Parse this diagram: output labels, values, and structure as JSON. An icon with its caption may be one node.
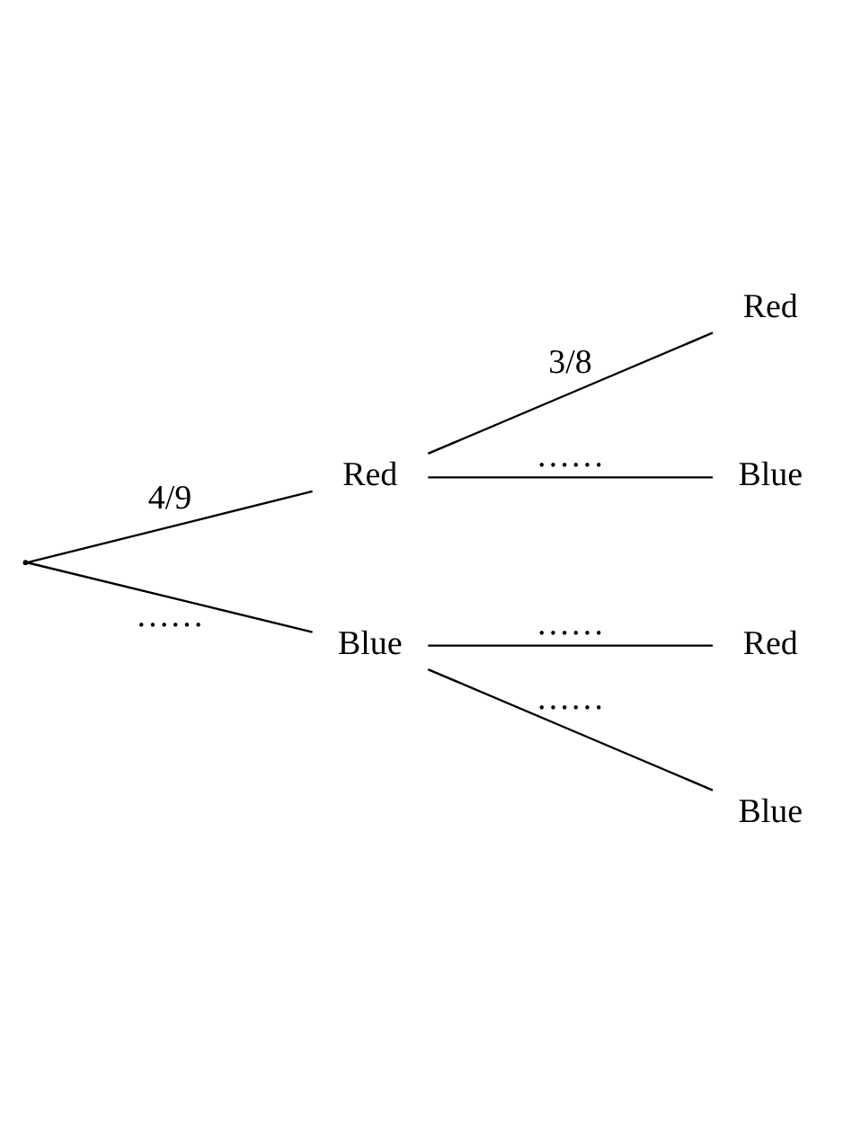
{
  "diagram": {
    "nodes": [
      {
        "text": [],
        "shape": "point"
      },
      {
        "text": [
          "Red"
        ]
      },
      {
        "text": [
          "Blue"
        ]
      },
      {
        "text": [
          "Red"
        ]
      },
      {
        "text": [
          "Blue"
        ]
      },
      {
        "text": [
          "Red"
        ]
      },
      {
        "text": [
          "Blue"
        ]
      }
    ],
    "edges": [
      {
        "from": 0,
        "to": 1,
        "arrow": "none",
        "label": "4/9"
      },
      {
        "from": 0,
        "to": 2,
        "arrow": "none",
        "label": "……"
      },
      {
        "from": 1,
        "to": 3,
        "arrow": "none",
        "label": "3/8"
      },
      {
        "from": 1,
        "to": 4,
        "arrow": "none",
        "label": "……"
      },
      {
        "from": 2,
        "to": 5,
        "arrow": "none",
        "label": "……"
      },
      {
        "from": 2,
        "to": 6,
        "arrow": "none",
        "label": "……"
      }
    ]
  }
}
